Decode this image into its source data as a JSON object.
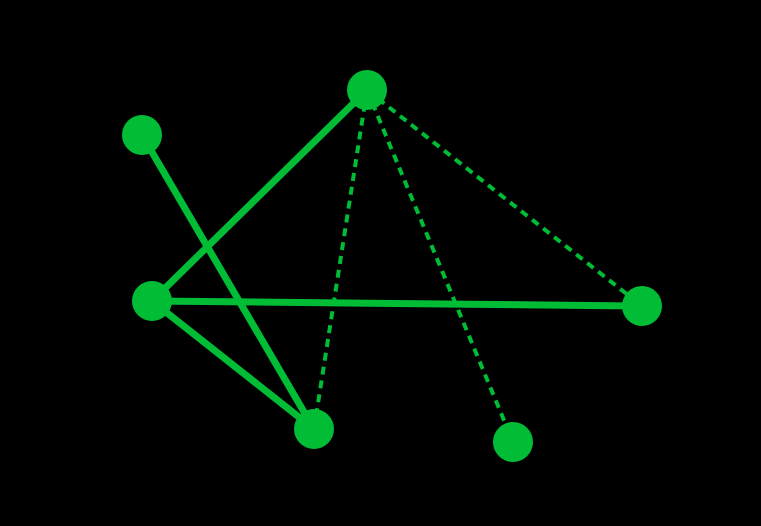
{
  "graph": {
    "background_color": "#000000",
    "accent_color": "#00bd35",
    "nodes": [
      {
        "id": "n1"
      },
      {
        "id": "n2"
      },
      {
        "id": "n3"
      },
      {
        "id": "n4"
      },
      {
        "id": "n5"
      },
      {
        "id": "n6"
      }
    ],
    "edges": [
      {
        "from": "n3",
        "to": "n2",
        "style": "solid"
      },
      {
        "from": "n3",
        "to": "n5",
        "style": "solid"
      },
      {
        "from": "n3",
        "to": "n4",
        "style": "solid"
      },
      {
        "from": "n1",
        "to": "n4",
        "style": "solid"
      },
      {
        "from": "n2",
        "to": "n4",
        "style": "dashed"
      },
      {
        "from": "n2",
        "to": "n6",
        "style": "dashed"
      },
      {
        "from": "n2",
        "to": "n5",
        "style": "dashed"
      }
    ]
  }
}
